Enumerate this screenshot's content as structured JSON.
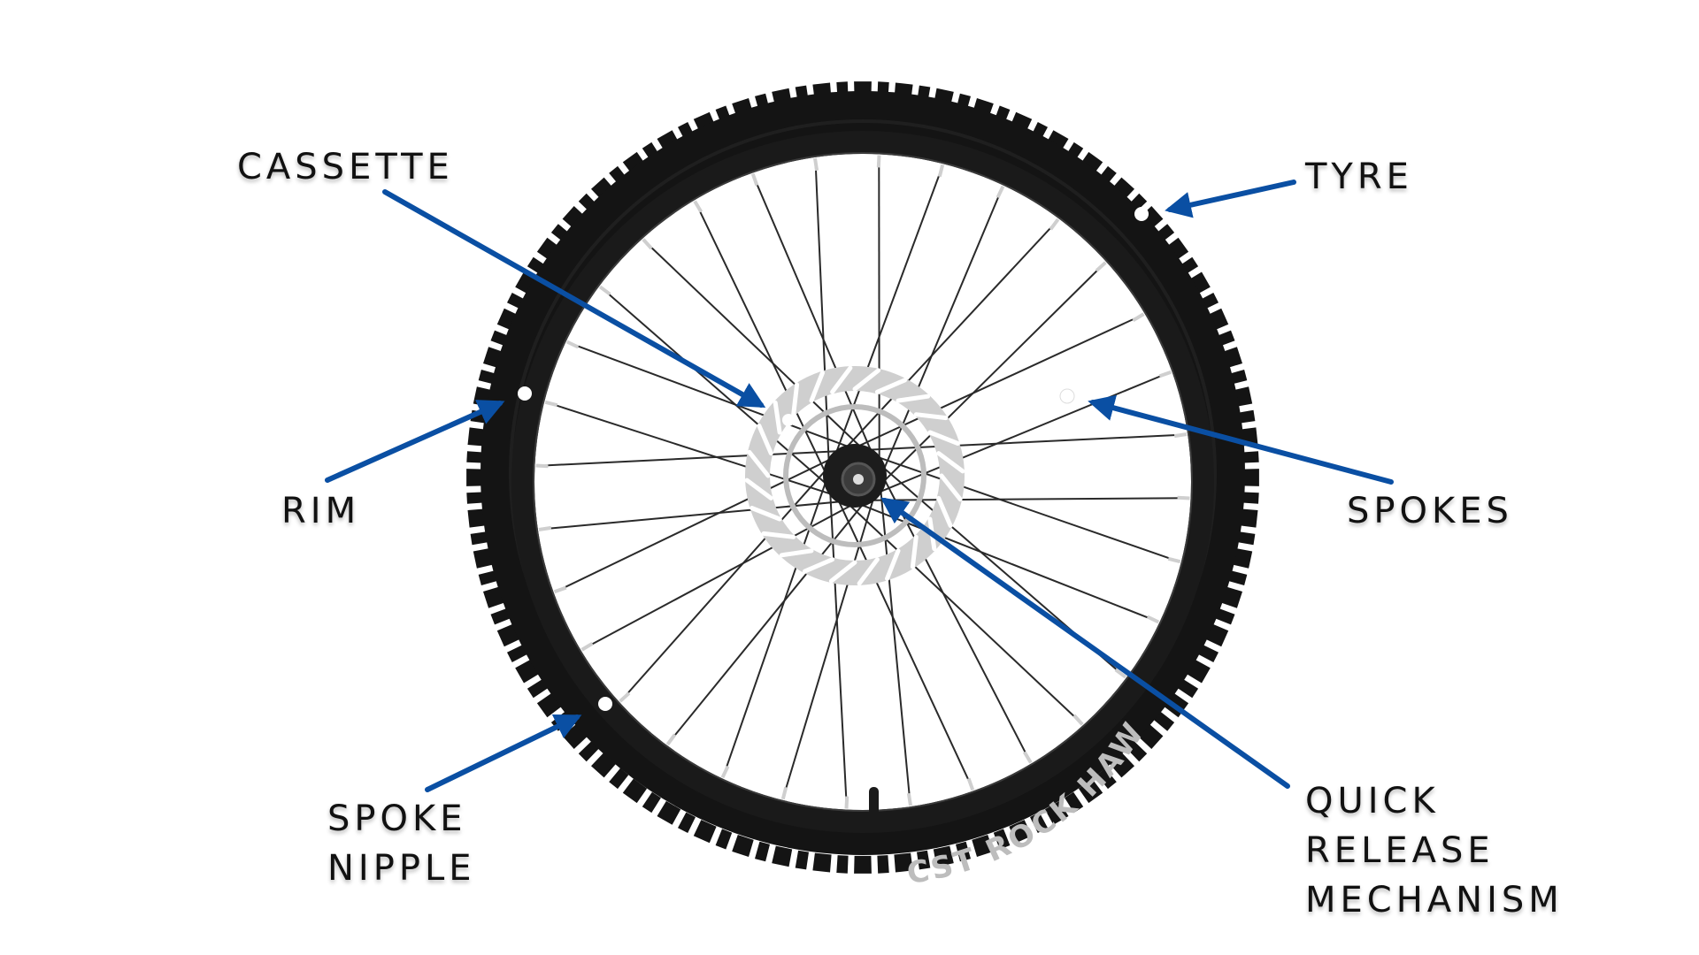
{
  "diagram": {
    "labels": {
      "cassette": "CASSETTE",
      "tyre": "TYRE",
      "rim": "RIM",
      "spokes": "SPOKES",
      "spoke_nipple": [
        "SPOKE",
        "NIPPLE"
      ],
      "quick_release": [
        "QUICK",
        "RELEASE",
        "MECHANISM"
      ]
    },
    "tyre_sidewall_text": "CST ROCK HAWK",
    "colors": {
      "arrow": "#0a4fa3",
      "tyre": "#141414",
      "spoke": "#2a2a2a",
      "rotor": "#c9c9c9",
      "label": "#111111"
    }
  }
}
